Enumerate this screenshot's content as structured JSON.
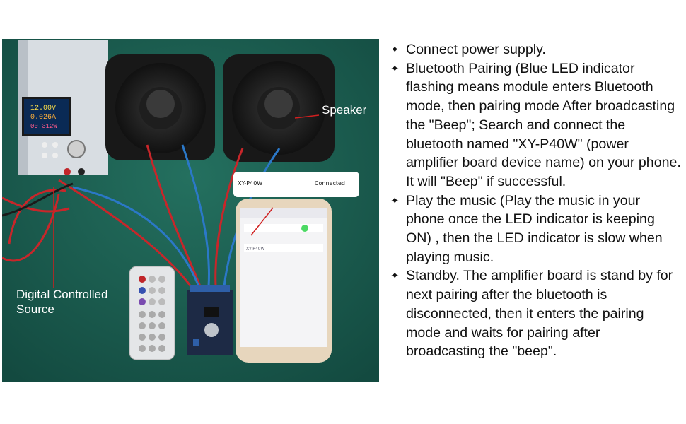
{
  "photo": {
    "speaker_label": "Speaker",
    "source_label": "Digital Controlled\nSource",
    "psu_display": [
      "12.00V",
      "0.026A",
      "00.312W"
    ],
    "phone_popup": {
      "device_name": "XY-P40W",
      "status": "Connected"
    },
    "phone_screen_device": "XY-P40W"
  },
  "steps": [
    {
      "icon": "sparkle-bullet-icon",
      "text": "Connect power supply."
    },
    {
      "icon": "sparkle-bullet-icon",
      "text": "Bluetooth Pairing (Blue LED indicator flashing means module enters Bluetooth mode, then pairing mode After broadcasting the \"Beep\"; Search and connect the bluetooth named \"XY-P40W\" (power amplifier board device name) on your phone. It will \"Beep\" if successful."
    },
    {
      "icon": "sparkle-bullet-icon",
      "text": "Play the music (Play the music in your phone once the LED indicator is keeping ON) , then the LED indicator is slow when playing music."
    },
    {
      "icon": "sparkle-bullet-icon",
      "text": "Standby. The amplifier board is stand by for next pairing after the bluetooth is disconnected,  then it enters the pairing mode and waits for pairing after broadcasting the \"beep\"."
    }
  ],
  "bullet_glyph": "✦"
}
